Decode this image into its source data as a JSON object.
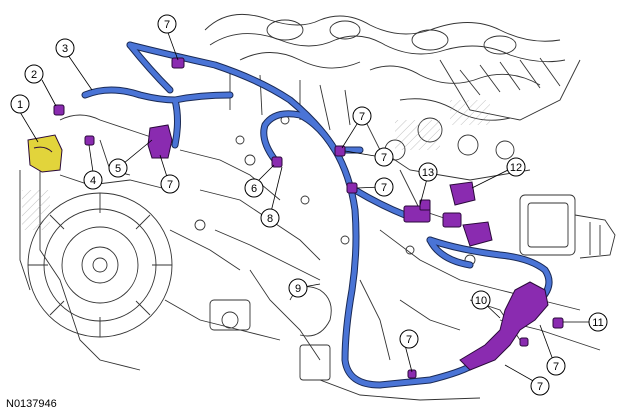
{
  "figure_id": "N0137946",
  "colors": {
    "harness": "#4a74d6",
    "harness_outline": "#1a2a55",
    "component": "#8a2bb0",
    "component_outline": "#2a0a3a",
    "bracket": "#e2d43b",
    "linework": "#333333"
  },
  "callouts": [
    "1",
    "2",
    "3",
    "4",
    "5",
    "6",
    "7",
    "7",
    "7",
    "7",
    "7",
    "7",
    "7",
    "7",
    "8",
    "9",
    "10",
    "11",
    "12",
    "13"
  ]
}
